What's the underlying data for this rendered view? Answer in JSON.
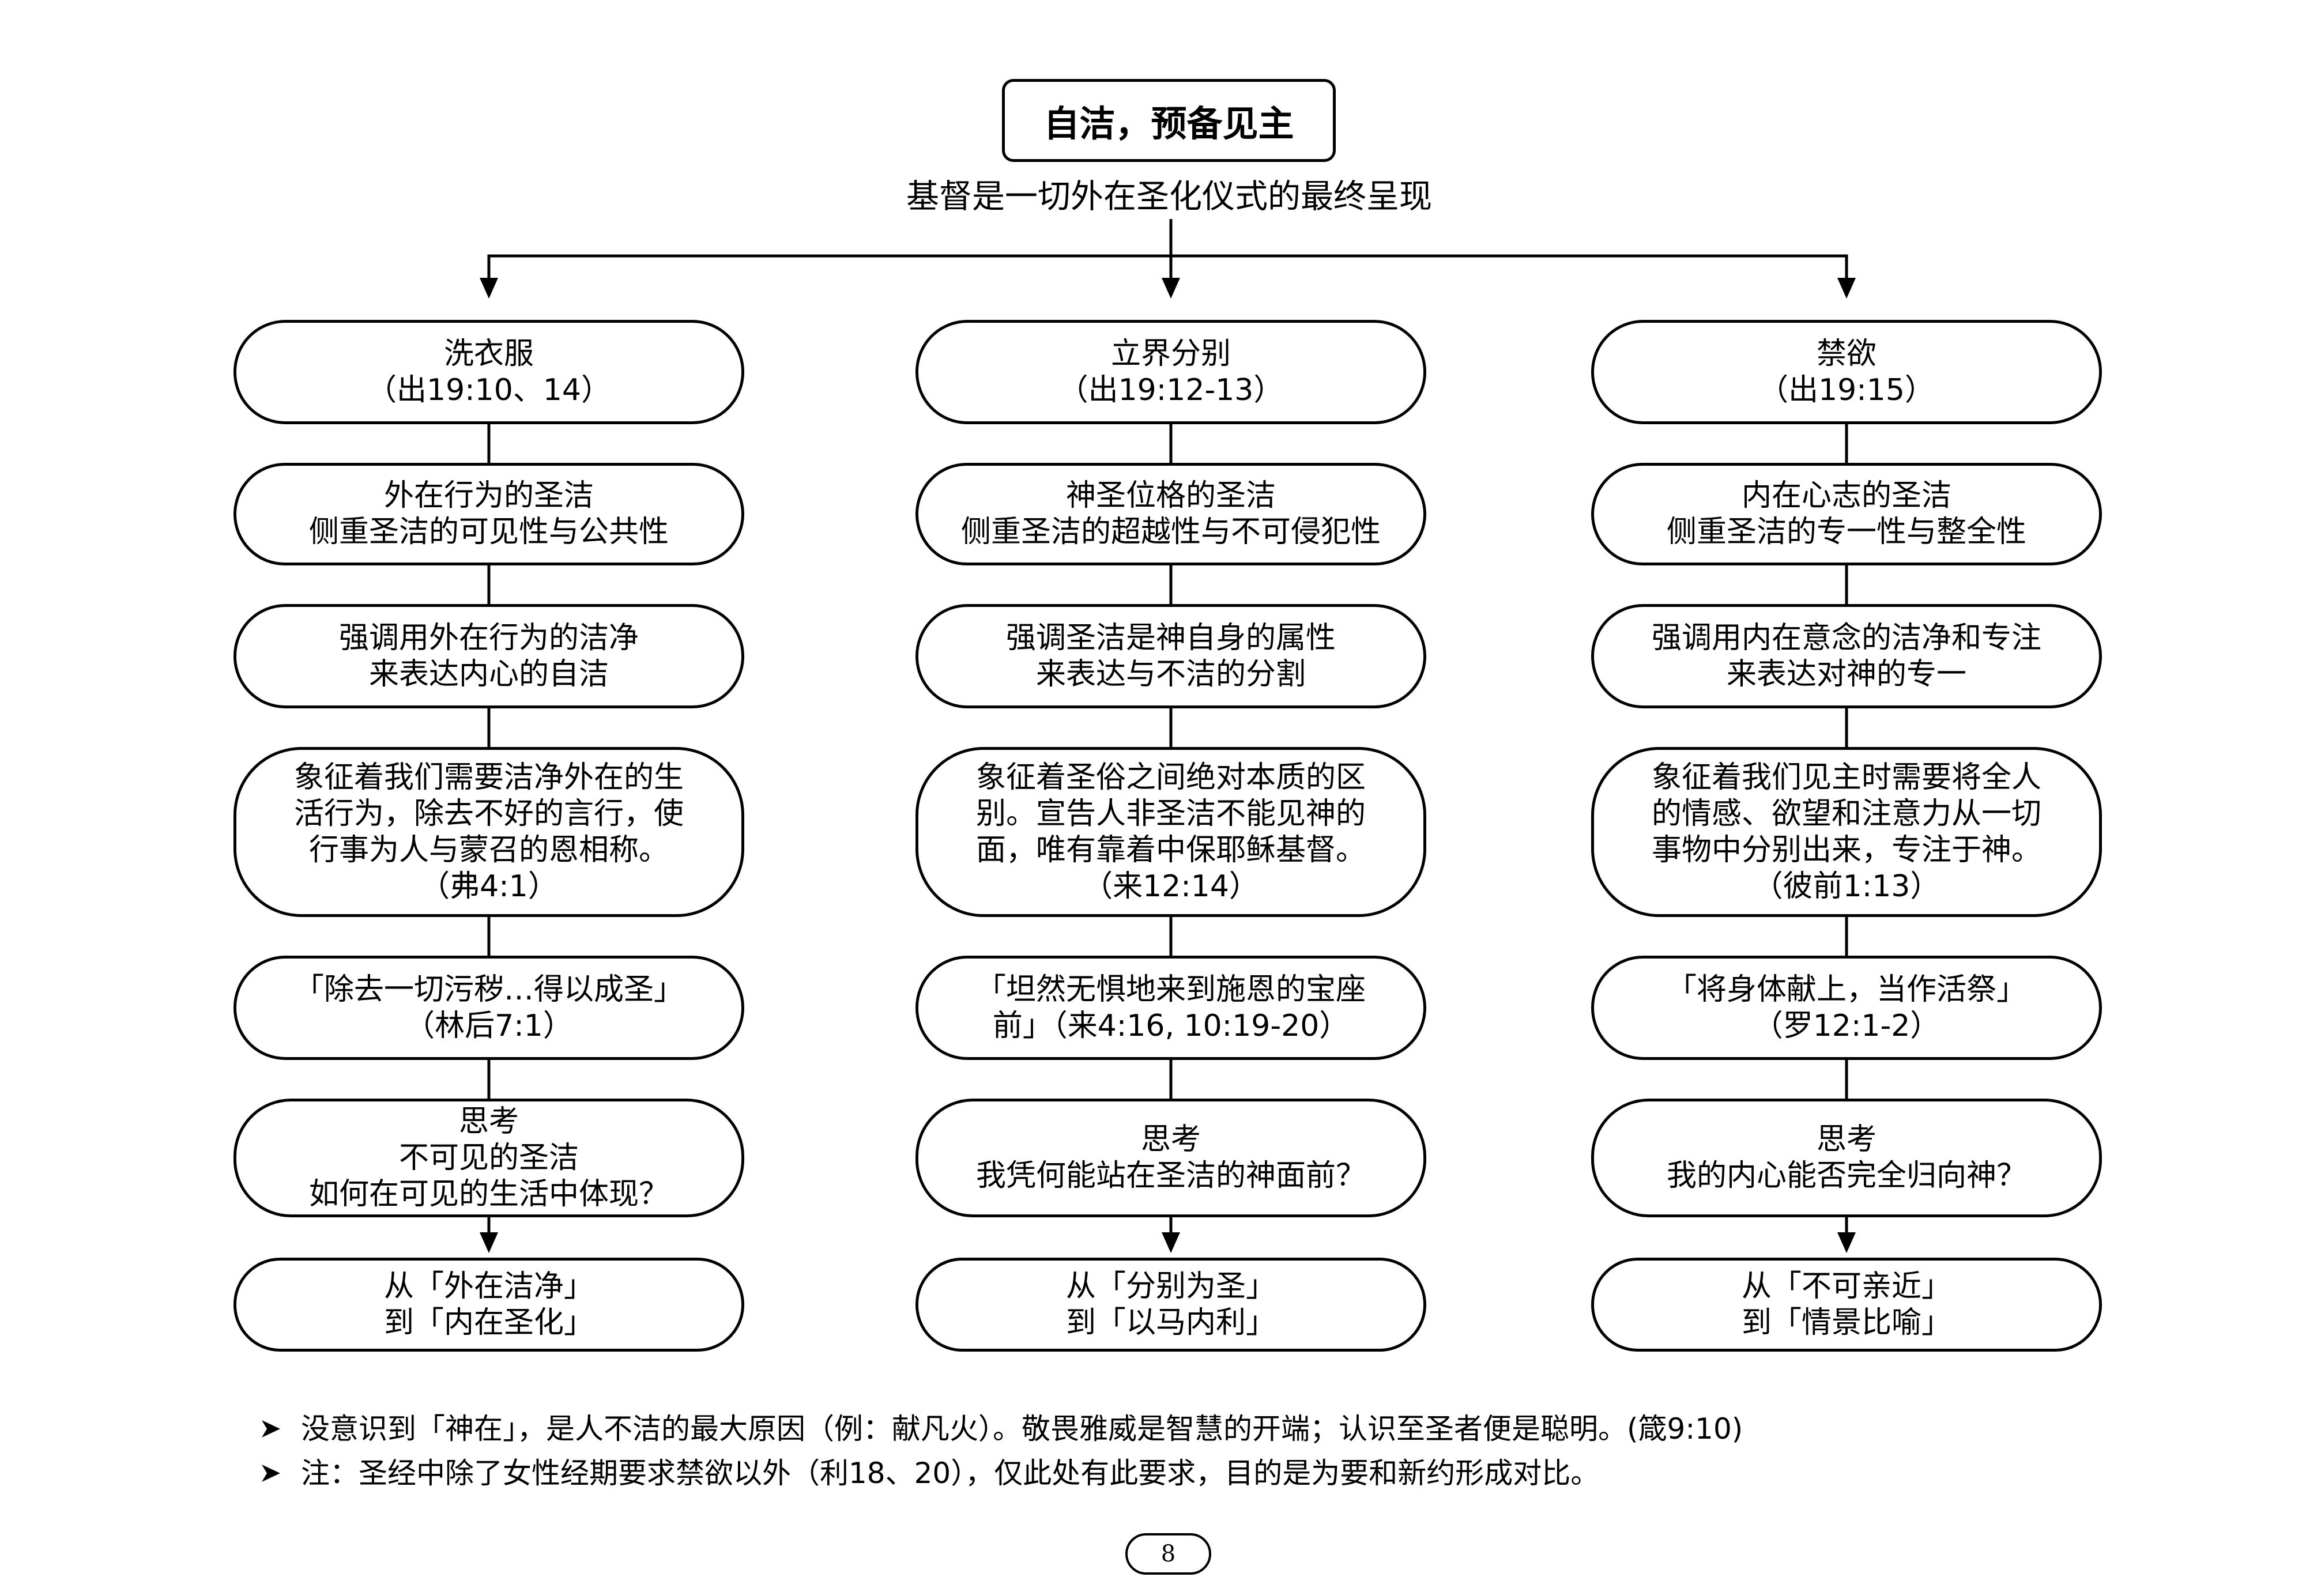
{
  "title": "自洁，预备见主",
  "subtitle": "基督是一切外在圣化仪式的最终呈现",
  "columns": [
    {
      "boxes": [
        {
          "lines": [
            "洗衣服",
            "（出19:10、14）"
          ]
        },
        {
          "lines": [
            "外在行为的圣洁",
            "侧重圣洁的可见性与公共性"
          ]
        },
        {
          "lines": [
            "强调用外在行为的洁净",
            "来表达内心的自洁"
          ]
        },
        {
          "lines": [
            "象征着我们需要洁净外在的生",
            "活行为，除去不好的言行，使",
            "行事为人与蒙召的恩相称。",
            "（弗4:1）"
          ]
        },
        {
          "lines": [
            "「除去一切污秽…得以成圣」",
            "（林后7:1）"
          ]
        },
        {
          "lines": [
            "思考",
            "不可见的圣洁",
            "如何在可见的生活中体现？"
          ]
        },
        {
          "lines": [
            "从「外在洁净」",
            "到「内在圣化」"
          ]
        }
      ]
    },
    {
      "boxes": [
        {
          "lines": [
            "立界分别",
            "（出19:12-13）"
          ]
        },
        {
          "lines": [
            "神圣位格的圣洁",
            "侧重圣洁的超越性与不可侵犯性"
          ]
        },
        {
          "lines": [
            "强调圣洁是神自身的属性",
            "来表达与不洁的分割"
          ]
        },
        {
          "lines": [
            "象征着圣俗之间绝对本质的区",
            "别。宣告人非圣洁不能见神的",
            "面，唯有靠着中保耶稣基督。",
            "（来12:14）"
          ]
        },
        {
          "lines": [
            "「坦然无惧地来到施恩的宝座",
            "前」（来4:16, 10:19-20）"
          ]
        },
        {
          "lines": [
            "思考",
            "我凭何能站在圣洁的神面前？"
          ]
        },
        {
          "lines": [
            "从「分别为圣」",
            "到「以马内利」"
          ]
        }
      ]
    },
    {
      "boxes": [
        {
          "lines": [
            "禁欲",
            "（出19:15）"
          ]
        },
        {
          "lines": [
            "内在心志的圣洁",
            "侧重圣洁的专一性与整全性"
          ]
        },
        {
          "lines": [
            "强调用内在意念的洁净和专注",
            "来表达对神的专一"
          ]
        },
        {
          "lines": [
            "象征着我们见主时需要将全人",
            "的情感、欲望和注意力从一切",
            "事物中分别出来，专注于神。",
            "（彼前1:13）"
          ]
        },
        {
          "lines": [
            "「将身体献上，当作活祭」",
            "（罗12:1-2）"
          ]
        },
        {
          "lines": [
            "思考",
            "我的内心能否完全归向神？"
          ]
        },
        {
          "lines": [
            "从「不可亲近」",
            "到「情景比喻」"
          ]
        }
      ]
    }
  ],
  "notes": [
    "没意识到「神在」，是人不洁的最大原因（例：献凡火）。敬畏雅威是智慧的开端；认识至圣者便是聪明。(箴9:10)",
    "注：圣经中除了女性经期要求禁欲以外（利18、20），仅此处有此要求，目的是为要和新约形成对比。"
  ],
  "icons": {
    "note_bullet": "arrowhead-bullet-icon"
  },
  "page_number": "8"
}
